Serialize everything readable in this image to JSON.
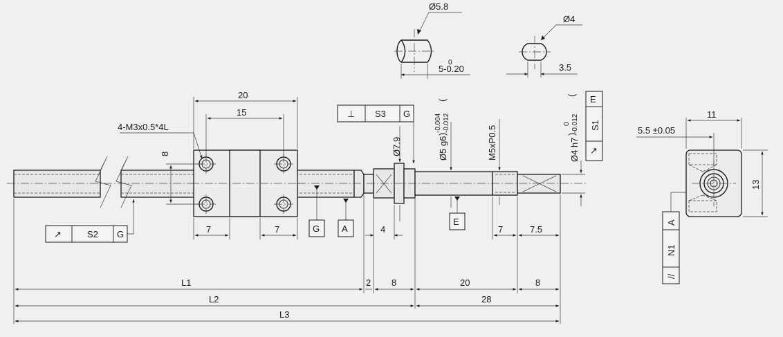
{
  "detail_flat_large": {
    "diameter": "Ø5.8",
    "width_tol_upper": "0",
    "width_tol_value": "5-0.20"
  },
  "detail_flat_small": {
    "diameter": "Ø4",
    "width": "3.5"
  },
  "nut": {
    "width": "20",
    "hole_pitch": "15",
    "thread_note": "4-M3x0.5*4L",
    "hole_offset": "8",
    "left_edge": "7",
    "right_edge": "7"
  },
  "frames": {
    "perpendicularity": {
      "symbol": "⊥",
      "tolerance": "S3",
      "datum": "G"
    },
    "runout_nut": {
      "symbol": "↗",
      "tolerance": "S2",
      "datum": "G"
    },
    "runout_end": {
      "symbol": "↗",
      "tolerance": "S1",
      "datum": "E"
    },
    "parallel": {
      "symbol": "//",
      "tolerance": "N1",
      "datum": "A"
    }
  },
  "datums": {
    "g": "G",
    "a": "A",
    "e": "E"
  },
  "shaft": {
    "collar_dia": "Ø7.9",
    "journal_dia": "Ø5 g6",
    "journal_tol_upper": "-0.004",
    "journal_tol_lower": "-0.012",
    "thread": "M5xP0.5",
    "end_dia": "Ø4 h7",
    "end_tol_upper": "0",
    "end_tol_lower": "-0.012",
    "collar_width": "4",
    "thread_len": "7",
    "end_len": "7.5"
  },
  "lengths": {
    "l1": "L1",
    "step": "2",
    "seat": "8",
    "journal": "20",
    "end": "8",
    "l2": "L2",
    "tail": "28",
    "l3": "L3"
  },
  "flange_view": {
    "width": "11",
    "offset": "5.5 ±0.05",
    "height": "13"
  }
}
